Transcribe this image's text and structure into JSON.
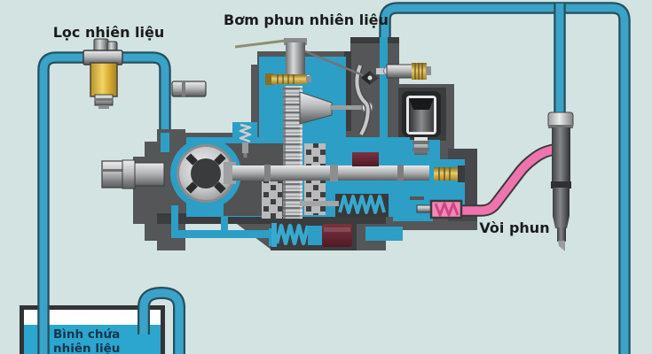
{
  "diagram": {
    "title": "Diesel fuel injection system schematic",
    "labels": {
      "filter": "Lọc nhiên liệu",
      "pump": "Bơm phun nhiên liệu",
      "injector": "Vòi phun",
      "tank_line1": "Bình chứa",
      "tank_line2": "nhiên liệu"
    },
    "components": [
      {
        "name": "fuel-filter",
        "label": "Lọc nhiên liệu"
      },
      {
        "name": "injection-pump",
        "label": "Bơm phun nhiên liệu"
      },
      {
        "name": "injector-nozzle",
        "label": "Vòi phun"
      },
      {
        "name": "fuel-tank",
        "label": "Bình chứa nhiên liệu"
      },
      {
        "name": "fuel-line",
        "label": ""
      },
      {
        "name": "high-pressure-line",
        "label": ""
      }
    ],
    "colors": {
      "background": "#d2e3e2",
      "pipe_core": "#3ba2c8",
      "pipe_outline": "#24505f",
      "high_pressure_line": "#ef74ad",
      "filter_body_yellow": "#e8c34f",
      "fuel_blue": "#2ca6ce",
      "pump_housing_gray": "#545658",
      "pump_interior_cyan": "#2d9ec6",
      "tank_outline": "#323335",
      "label_text": "#1b1b1b",
      "tank_label_text": "#16354e"
    }
  }
}
